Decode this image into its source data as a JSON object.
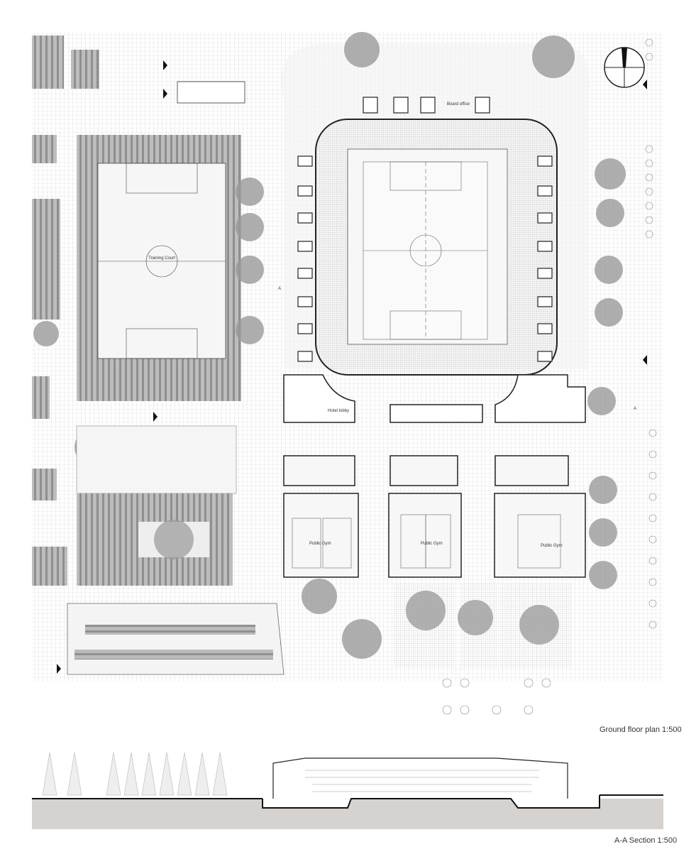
{
  "plan": {
    "labels": {
      "training_court": "Training Court",
      "board_office": "Board office",
      "hotel_lobby": "Hotel lobby",
      "gym_1": "Public Gym",
      "gym_2": "Public Gym",
      "gym_3": "Public Gym",
      "section_marker_left": "A",
      "section_marker_right": "A"
    },
    "caption": "Ground floor plan 1:500"
  },
  "section": {
    "caption": "A-A Section 1:500"
  },
  "colors": {
    "line": "#222222",
    "grid": "#d0d0d0",
    "ground": "#d6d2cf"
  }
}
